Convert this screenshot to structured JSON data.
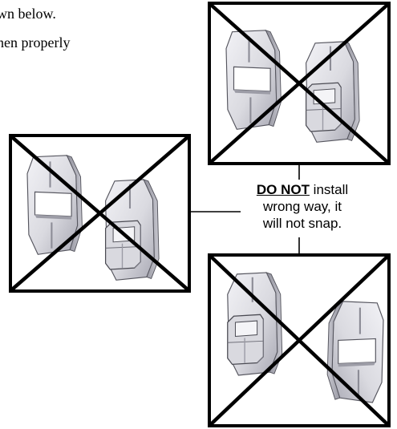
{
  "intro": {
    "line1": "wn below.",
    "line2": "hen properly"
  },
  "callout": {
    "emphasis": "DO NOT",
    "rest_line1": " install",
    "line2": "wrong way, it",
    "line3": "will not snap."
  },
  "panels": [
    {
      "name": "panel-top-right",
      "crossed_out": true
    },
    {
      "name": "panel-left",
      "crossed_out": true
    },
    {
      "name": "panel-bottom-right",
      "crossed_out": true
    }
  ],
  "colors": {
    "frame": "#000000",
    "part_fill": "#e8e8ec",
    "part_shade": "#b9b9c2",
    "part_edge": "#4a4a52"
  }
}
